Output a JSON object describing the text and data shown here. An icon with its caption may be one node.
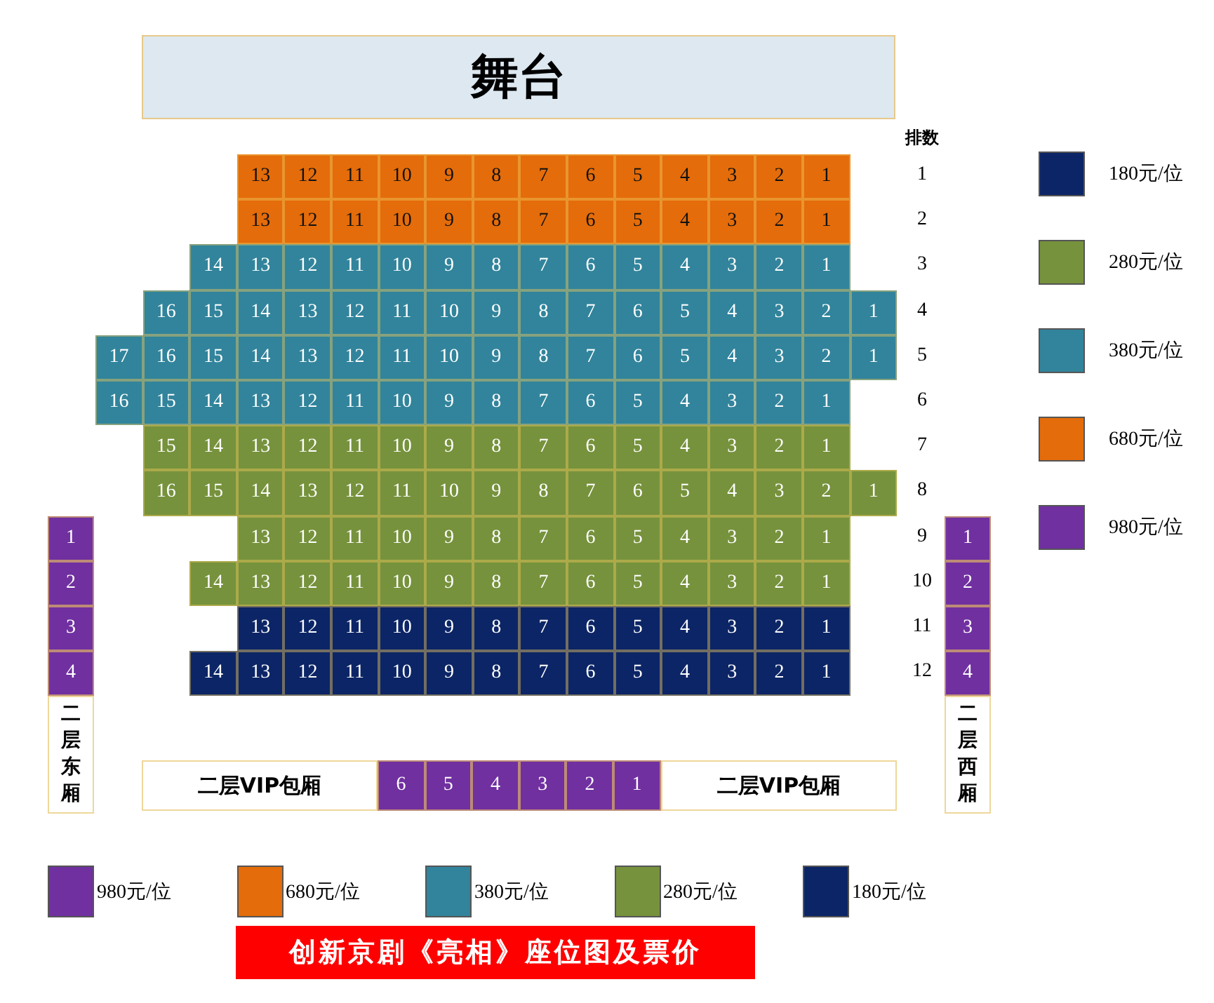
{
  "diagram": {
    "caption": "创新京剧《亮相》座位图及票价",
    "nodes": [
      {
        "text": [
          "舞台"
        ]
      },
      {
        "text": [
          "13"
        ]
      },
      {
        "text": [
          "12"
        ]
      },
      {
        "text": [
          "11"
        ]
      },
      {
        "text": [
          "10"
        ]
      },
      {
        "text": [
          "9"
        ]
      },
      {
        "text": [
          "8"
        ]
      },
      {
        "text": [
          "7"
        ]
      },
      {
        "text": [
          "6"
        ]
      },
      {
        "text": [
          "5"
        ]
      },
      {
        "text": [
          "4"
        ]
      },
      {
        "text": [
          "3"
        ]
      },
      {
        "text": [
          "2"
        ]
      },
      {
        "text": [
          "1"
        ]
      },
      {
        "text": [
          "13"
        ]
      },
      {
        "text": [
          "12"
        ]
      },
      {
        "text": [
          "11"
        ]
      },
      {
        "text": [
          "10"
        ]
      },
      {
        "text": [
          "9"
        ]
      },
      {
        "text": [
          "8"
        ]
      },
      {
        "text": [
          "7"
        ]
      },
      {
        "text": [
          "6"
        ]
      },
      {
        "text": [
          "5"
        ]
      },
      {
        "text": [
          "4"
        ]
      },
      {
        "text": [
          "3"
        ]
      },
      {
        "text": [
          "2"
        ]
      },
      {
        "text": [
          "1"
        ]
      },
      {
        "text": [
          "14"
        ]
      },
      {
        "text": [
          "13"
        ]
      },
      {
        "text": [
          "12"
        ]
      },
      {
        "text": [
          "11"
        ]
      },
      {
        "text": [
          "10"
        ]
      },
      {
        "text": [
          "9"
        ]
      },
      {
        "text": [
          "8"
        ]
      },
      {
        "text": [
          "7"
        ]
      },
      {
        "text": [
          "6"
        ]
      },
      {
        "text": [
          "5"
        ]
      },
      {
        "text": [
          "4"
        ]
      },
      {
        "text": [
          "3"
        ]
      },
      {
        "text": [
          "2"
        ]
      },
      {
        "text": [
          "1"
        ]
      },
      {
        "text": [
          "16"
        ]
      },
      {
        "text": [
          "15"
        ]
      },
      {
        "text": [
          "14"
        ]
      },
      {
        "text": [
          "13"
        ]
      },
      {
        "text": [
          "12"
        ]
      },
      {
        "text": [
          "11"
        ]
      },
      {
        "text": [
          "10"
        ]
      },
      {
        "text": [
          "9"
        ]
      },
      {
        "text": [
          "8"
        ]
      },
      {
        "text": [
          "7"
        ]
      },
      {
        "text": [
          "6"
        ]
      },
      {
        "text": [
          "5"
        ]
      },
      {
        "text": [
          "4"
        ]
      },
      {
        "text": [
          "3"
        ]
      },
      {
        "text": [
          "2"
        ]
      },
      {
        "text": [
          "1"
        ]
      },
      {
        "text": [
          "17"
        ]
      },
      {
        "text": [
          "16"
        ]
      },
      {
        "text": [
          "15"
        ]
      },
      {
        "text": [
          "14"
        ]
      },
      {
        "text": [
          "13"
        ]
      },
      {
        "text": [
          "12"
        ]
      },
      {
        "text": [
          "11"
        ]
      },
      {
        "text": [
          "10"
        ]
      },
      {
        "text": [
          "9"
        ]
      },
      {
        "text": [
          "8"
        ]
      },
      {
        "text": [
          "7"
        ]
      },
      {
        "text": [
          "6"
        ]
      },
      {
        "text": [
          "5"
        ]
      },
      {
        "text": [
          "4"
        ]
      },
      {
        "text": [
          "3"
        ]
      },
      {
        "text": [
          "2"
        ]
      },
      {
        "text": [
          "1"
        ]
      },
      {
        "text": [
          "16"
        ]
      },
      {
        "text": [
          "15"
        ]
      },
      {
        "text": [
          "14"
        ]
      },
      {
        "text": [
          "13"
        ]
      },
      {
        "text": [
          "12"
        ]
      },
      {
        "text": [
          "11"
        ]
      },
      {
        "text": [
          "10"
        ]
      },
      {
        "text": [
          "9"
        ]
      },
      {
        "text": [
          "8"
        ]
      },
      {
        "text": [
          "7"
        ]
      },
      {
        "text": [
          "6"
        ]
      },
      {
        "text": [
          "5"
        ]
      },
      {
        "text": [
          "4"
        ]
      },
      {
        "text": [
          "3"
        ]
      },
      {
        "text": [
          "2"
        ]
      },
      {
        "text": [
          "1"
        ]
      },
      {
        "text": [
          "15"
        ]
      },
      {
        "text": [
          "14"
        ]
      },
      {
        "text": [
          "13"
        ]
      },
      {
        "text": [
          "12"
        ]
      },
      {
        "text": [
          "11"
        ]
      },
      {
        "text": [
          "10"
        ]
      },
      {
        "text": [
          "9"
        ]
      },
      {
        "text": [
          "8"
        ]
      },
      {
        "text": [
          "7"
        ]
      },
      {
        "text": [
          "6"
        ]
      },
      {
        "text": [
          "5"
        ]
      },
      {
        "text": [
          "4"
        ]
      },
      {
        "text": [
          "3"
        ]
      },
      {
        "text": [
          "2"
        ]
      },
      {
        "text": [
          "1"
        ]
      },
      {
        "text": [
          "16"
        ]
      },
      {
        "text": [
          "15"
        ]
      },
      {
        "text": [
          "14"
        ]
      },
      {
        "text": [
          "13"
        ]
      },
      {
        "text": [
          "12"
        ]
      },
      {
        "text": [
          "11"
        ]
      },
      {
        "text": [
          "10"
        ]
      },
      {
        "text": [
          "9"
        ]
      },
      {
        "text": [
          "8"
        ]
      },
      {
        "text": [
          "7"
        ]
      },
      {
        "text": [
          "6"
        ]
      },
      {
        "text": [
          "5"
        ]
      },
      {
        "text": [
          "4"
        ]
      },
      {
        "text": [
          "3"
        ]
      },
      {
        "text": [
          "2"
        ]
      },
      {
        "text": [
          "1"
        ]
      },
      {
        "text": [
          "1"
        ]
      },
      {
        "text": [
          "13"
        ]
      },
      {
        "text": [
          "12"
        ]
      },
      {
        "text": [
          "11"
        ]
      },
      {
        "text": [
          "10"
        ]
      },
      {
        "text": [
          "9"
        ]
      },
      {
        "text": [
          "8"
        ]
      },
      {
        "text": [
          "7"
        ]
      },
      {
        "text": [
          "6"
        ]
      },
      {
        "text": [
          "5"
        ]
      },
      {
        "text": [
          "4"
        ]
      },
      {
        "text": [
          "3"
        ]
      },
      {
        "text": [
          "2"
        ]
      },
      {
        "text": [
          "1"
        ]
      },
      {
        "text": [
          "1"
        ]
      },
      {
        "text": [
          "2"
        ]
      },
      {
        "text": [
          "14"
        ]
      },
      {
        "text": [
          "13"
        ]
      },
      {
        "text": [
          "12"
        ]
      },
      {
        "text": [
          "11"
        ]
      },
      {
        "text": [
          "10"
        ]
      },
      {
        "text": [
          "9"
        ]
      },
      {
        "text": [
          "8"
        ]
      },
      {
        "text": [
          "7"
        ]
      },
      {
        "text": [
          "6"
        ]
      },
      {
        "text": [
          "5"
        ]
      },
      {
        "text": [
          "4"
        ]
      },
      {
        "text": [
          "3"
        ]
      },
      {
        "text": [
          "2"
        ]
      },
      {
        "text": [
          "1"
        ]
      },
      {
        "text": [
          "2"
        ]
      },
      {
        "text": [
          "3"
        ]
      },
      {
        "text": [
          "13"
        ]
      },
      {
        "text": [
          "12"
        ]
      },
      {
        "text": [
          "11"
        ]
      },
      {
        "text": [
          "10"
        ]
      },
      {
        "text": [
          "9"
        ]
      },
      {
        "text": [
          "8"
        ]
      },
      {
        "text": [
          "7"
        ]
      },
      {
        "text": [
          "6"
        ]
      },
      {
        "text": [
          "5"
        ]
      },
      {
        "text": [
          "4"
        ]
      },
      {
        "text": [
          "3"
        ]
      },
      {
        "text": [
          "2"
        ]
      },
      {
        "text": [
          "1"
        ]
      },
      {
        "text": [
          "3"
        ]
      },
      {
        "text": [
          "4"
        ]
      },
      {
        "text": [
          "14"
        ]
      },
      {
        "text": [
          "13"
        ]
      },
      {
        "text": [
          "12"
        ]
      },
      {
        "text": [
          "11"
        ]
      },
      {
        "text": [
          "10"
        ]
      },
      {
        "text": [
          "9"
        ]
      },
      {
        "text": [
          "8"
        ]
      },
      {
        "text": [
          "7"
        ]
      },
      {
        "text": [
          "6"
        ]
      },
      {
        "text": [
          "5"
        ]
      },
      {
        "text": [
          "4"
        ]
      },
      {
        "text": [
          "3"
        ]
      },
      {
        "text": [
          "2"
        ]
      },
      {
        "text": [
          "1"
        ]
      },
      {
        "text": [
          "4"
        ]
      },
      {
        "text": [
          "二层东厢"
        ]
      },
      {
        "text": [
          "二层VIP包厢"
        ]
      },
      {
        "text": [
          "6"
        ]
      },
      {
        "text": [
          "5"
        ]
      },
      {
        "text": [
          "4"
        ]
      },
      {
        "text": [
          "3"
        ]
      },
      {
        "text": [
          "2"
        ]
      },
      {
        "text": [
          "1"
        ]
      },
      {
        "text": [
          "二层VIP包厢"
        ]
      },
      {
        "text": [
          "二层西厢"
        ]
      }
    ],
    "labels": [
      "排数",
      "1",
      "2",
      "3",
      "4",
      "5",
      "6",
      "7",
      "8",
      "9",
      "10",
      "11",
      "12"
    ],
    "legend": [
      {
        "text": "180元/位",
        "color": "#0c2566"
      },
      {
        "text": "280元/位",
        "color": "#76923c"
      },
      {
        "text": "380元/位",
        "color": "#31849b"
      },
      {
        "text": "680元/位",
        "color": "#e46c0a"
      },
      {
        "text": "980元/位",
        "color": "#7030a0"
      },
      {
        "text": "980元/位",
        "color": "#7030a0"
      },
      {
        "text": "680元/位",
        "color": "#e46c0a"
      },
      {
        "text": "380元/位",
        "color": "#31849b"
      },
      {
        "text": "280元/位",
        "color": "#76923c"
      },
      {
        "text": "180元/位",
        "color": "#0c2566"
      }
    ]
  }
}
